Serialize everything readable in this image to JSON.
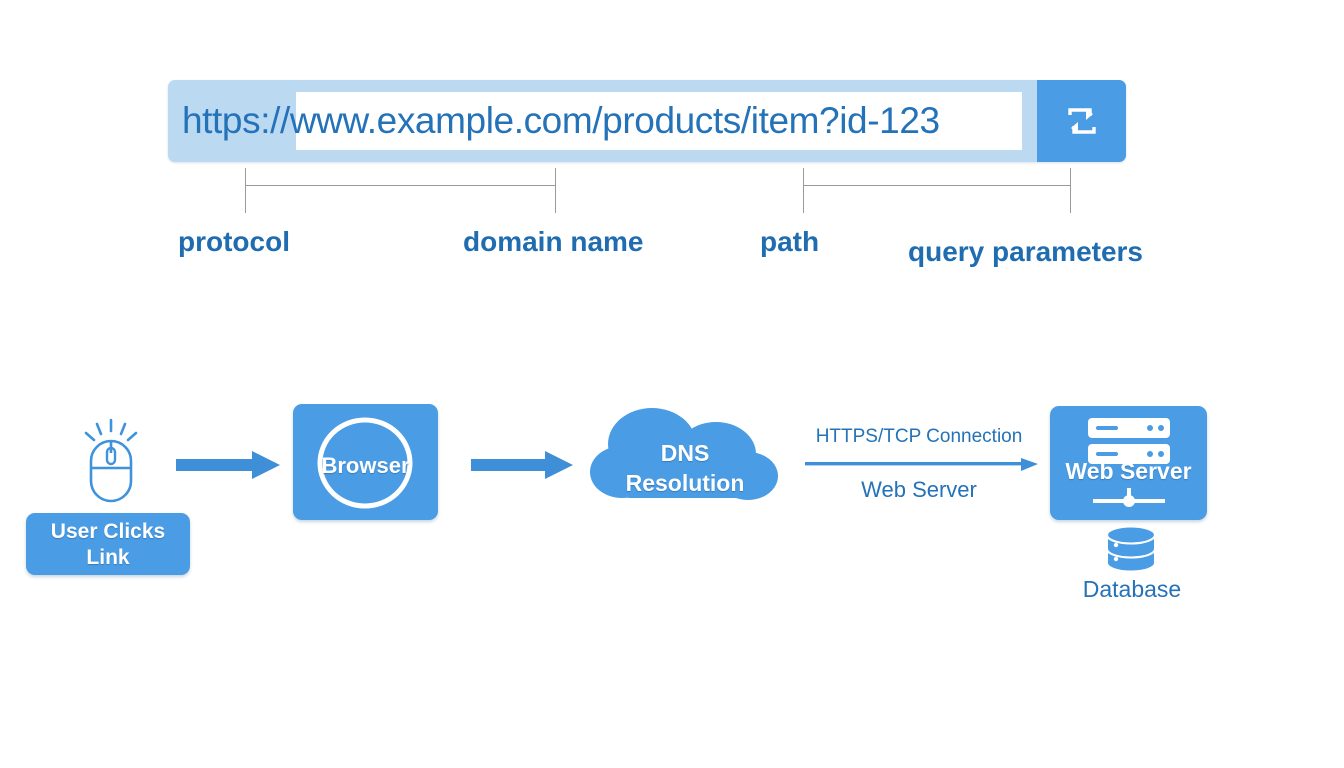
{
  "diagram": {
    "title_hidden": "",
    "colors": {
      "primary_blue": "#4a9ce4",
      "text_blue": "#2472b8",
      "label_blue": "#1f6cb0",
      "panel_light_blue": "#bcd9f2",
      "bracket_gray": "#9a9a9a",
      "white": "#ffffff",
      "background": "#ffffff"
    },
    "url_bar": {
      "full_url": "https://www.example.com/products/item?id-123",
      "prefix_outside_field": "https:/",
      "refresh_icon": "refresh-icon"
    },
    "url_segments": [
      {
        "label": "protocol"
      },
      {
        "label": "domain name"
      },
      {
        "label": "path"
      },
      {
        "label": "query parameters"
      }
    ],
    "flow": {
      "user": {
        "icon": "mouse-click-icon",
        "box_label_line1": "User Clicks",
        "box_label_line2": "Link"
      },
      "browser": {
        "label": "Browser",
        "icon": "circle-icon"
      },
      "dns": {
        "label_line1": "DNS",
        "label_line2": "Resolution",
        "icon": "cloud-icon"
      },
      "connection": {
        "label_above": "HTTPS/TCP Connection",
        "label_below": "Web Server"
      },
      "server": {
        "label": "Web Server",
        "icon": "server-rack-icon"
      },
      "database": {
        "label": "Database",
        "icon": "database-cylinder-icon"
      },
      "arrows": [
        {
          "name": "arrow-user-to-browser"
        },
        {
          "name": "arrow-browser-to-dns"
        },
        {
          "name": "arrow-dns-to-server"
        }
      ]
    }
  }
}
